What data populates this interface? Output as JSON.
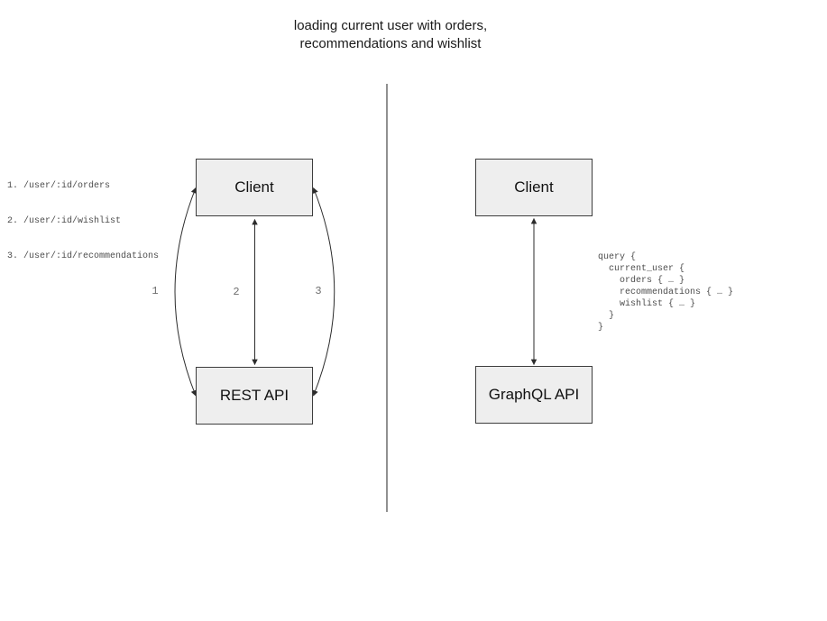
{
  "title": {
    "line1": "loading current user with orders,",
    "line2": "recommendations and wishlist"
  },
  "rest_panel": {
    "endpoints": [
      "1. /user/:id/orders",
      "2. /user/:id/wishlist",
      "3. /user/:id/recommendations"
    ],
    "client_label": "Client",
    "api_label": "REST API",
    "arrow_labels": [
      "1",
      "2",
      "3"
    ]
  },
  "graphql_panel": {
    "client_label": "Client",
    "api_label": "GraphQL API",
    "query": "query {\n  current_user {\n    orders { … }\n    recommendations { … }\n    wishlist { … }\n  }\n}"
  },
  "colors": {
    "box_fill": "#eeeeee",
    "box_border": "#3d3d3d",
    "arrow_stroke": "#2b2b2b",
    "divider": "#757575",
    "mono_text": "#4d4d4d",
    "arrow_label_text": "#6e6e6e",
    "title_text": "#1a1a1a"
  }
}
